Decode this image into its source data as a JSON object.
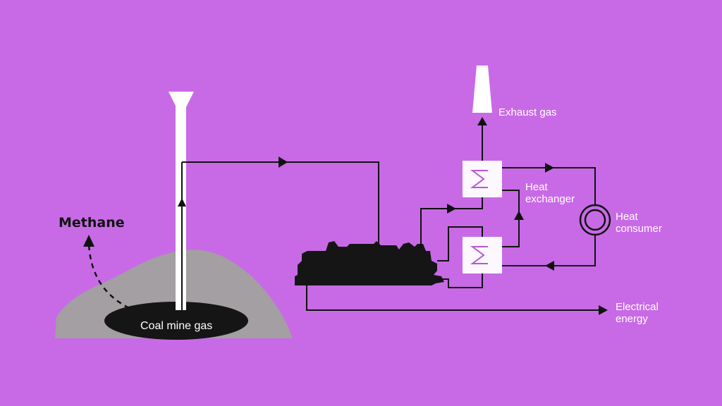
{
  "colors": {
    "background": "#c86ae6",
    "mound": "#a39fa3",
    "coal": "#151515",
    "line": "#111111",
    "white": "#ffffff",
    "coil": "#b35ad6"
  },
  "icons": {
    "stack": "exhaust-stack-icon",
    "engine": "gas-engine-icon",
    "exchanger": "heat-exchanger-icon",
    "consumer": "heat-consumer-icon"
  },
  "labels": {
    "methane": "Methane",
    "coal_mine_gas": "Coal mine gas",
    "exhaust_gas": "Exhaust gas",
    "heat_exchanger_1": "Heat",
    "heat_exchanger_2": "exchanger",
    "heat_consumer_1": "Heat",
    "heat_consumer_2": "consumer",
    "electrical_energy_1": "Electrical",
    "electrical_energy_2": "energy"
  }
}
